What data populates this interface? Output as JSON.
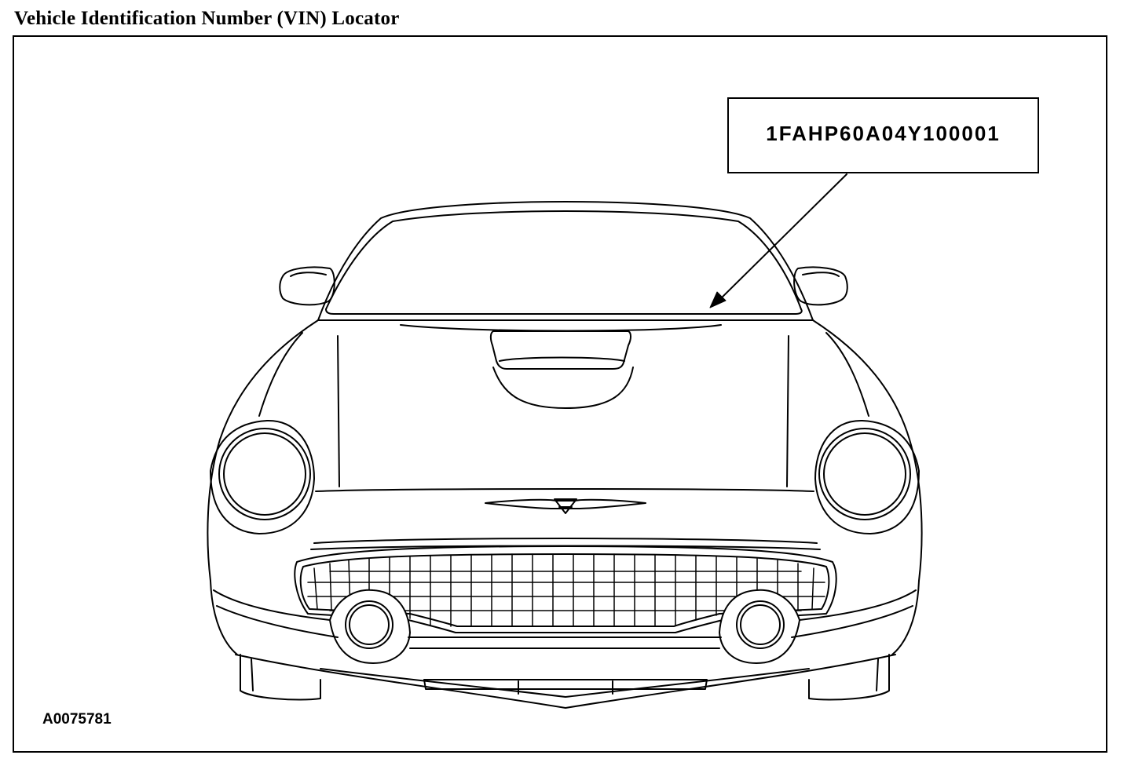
{
  "title": "Vehicle Identification Number (VIN) Locator",
  "vin": "1FAHP60A04Y100001",
  "figure_id": "A0075781"
}
